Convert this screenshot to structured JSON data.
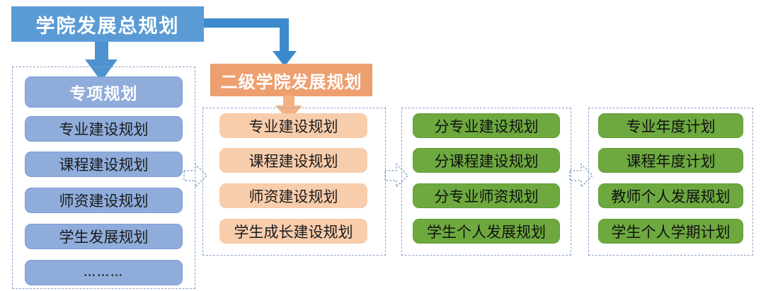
{
  "diagram": {
    "root": {
      "label": "学院发展总规划"
    },
    "columns": [
      {
        "id": "col-special-plans",
        "header": "专项规划",
        "header_style": "blue",
        "items": [
          "专业建设规划",
          "课程建设规划",
          "师资建设规划",
          "学生发展规划",
          "………"
        ]
      },
      {
        "id": "col-secondary-college",
        "header": "二级学院发展规划",
        "header_style": "orange",
        "items": [
          "专业建设规划",
          "课程建设规划",
          "师资建设规划",
          "学生成长建设规划"
        ]
      },
      {
        "id": "col-sub-plans",
        "header": "",
        "header_style": "none",
        "items": [
          "分专业建设规划",
          "分课程建设规划",
          "分专业师资规划",
          "学生个人发展规划"
        ]
      },
      {
        "id": "col-annual-plans",
        "header": "",
        "header_style": "none",
        "items": [
          "专业年度计划",
          "课程年度计划",
          "教师个人发展规划",
          "学生个人学期计划"
        ]
      }
    ],
    "connectors": [
      {
        "name": "root-to-special-plans",
        "type": "down-arrow-solid"
      },
      {
        "name": "root-to-secondary-college",
        "type": "elbow-arrow-solid"
      },
      {
        "name": "secondary-header-to-items",
        "type": "down-arrow-solid"
      },
      {
        "name": "col1-to-col2",
        "type": "right-arrow-dashed-outline"
      },
      {
        "name": "col2-to-col3",
        "type": "right-arrow-dashed-outline"
      },
      {
        "name": "col3-to-col4",
        "type": "right-arrow-dashed-outline"
      }
    ],
    "colors": {
      "root_blue": "#5B9BD5",
      "arrow_blue": "#3C8ACB",
      "pill_blue": "#8FACDB",
      "header_orange": "#ED9F6F",
      "pill_orange": "#F8CDAC",
      "pill_green": "#6DA93F",
      "dashed_border": "#8AA4C8",
      "background": "#FFFFFF"
    }
  }
}
